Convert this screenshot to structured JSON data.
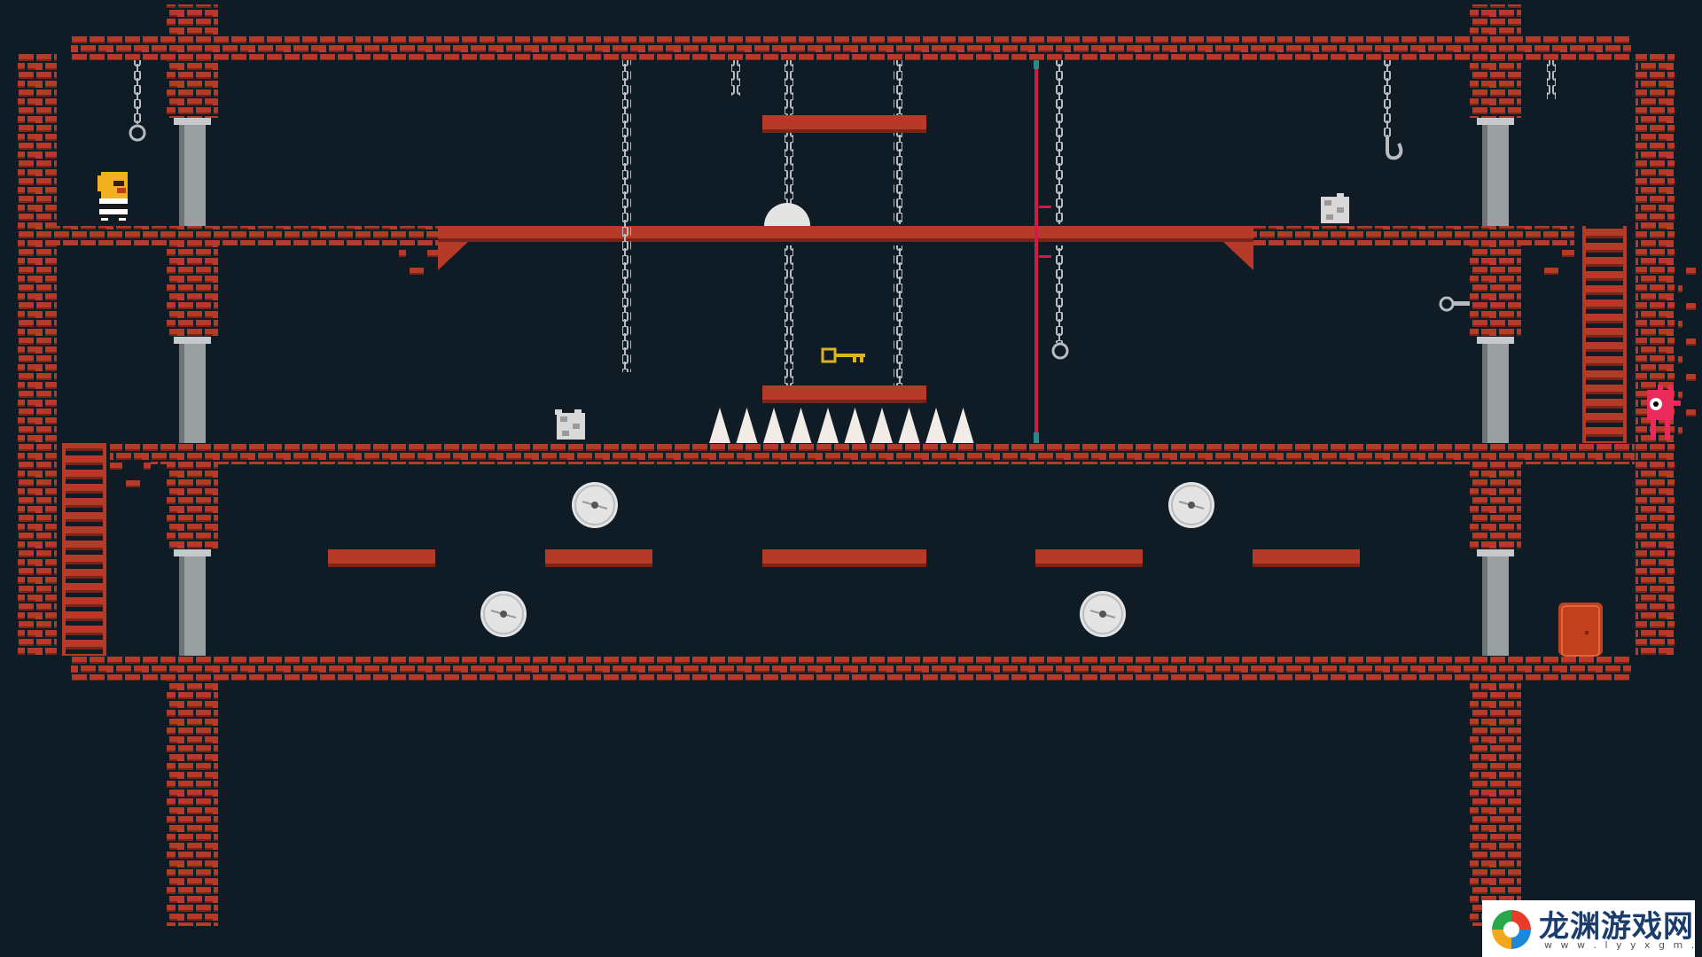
{
  "game": {
    "scene": "prison-dungeon-level",
    "colors": {
      "background": "#0f1c26",
      "brick": "#b53a28",
      "brick_dark": "#7a2418",
      "mortar": "#0f1c26",
      "pillar": "#9aa0a2",
      "pillar_dark": "#6f7577",
      "chain": "#b8bcc0",
      "spike": "#f2ece6",
      "saw": "#e4e4e4",
      "key": "#e0b21c",
      "laser": "#d21a4a",
      "laser_cap": "#2a8a8a",
      "player_hair": "#f0b020",
      "enemy": "#ea2a5a",
      "door": "#c2401e"
    },
    "icons": {
      "player": "prisoner-character-icon",
      "enemy": "pink-guard-creature-icon",
      "key": "golden-key-icon",
      "saw": "circular-saw-blade-icon",
      "spikes": "floor-spikes-icon",
      "door": "exit-door-icon",
      "laser": "laser-beam-icon",
      "hook": "hanging-hook-icon",
      "block": "stone-block-icon"
    }
  },
  "watermark": {
    "text_cn": "龙渊游戏网",
    "text_url": "w w w . l y y x g m . c o m"
  }
}
